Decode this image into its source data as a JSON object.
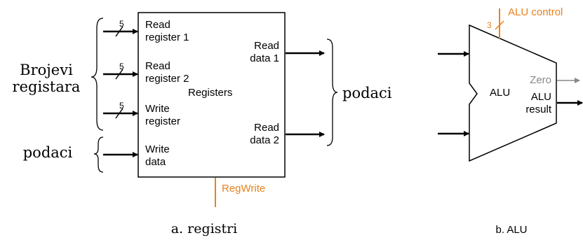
{
  "colors": {
    "ink": "#000000",
    "accent": "#e8821e",
    "muted": "#888888"
  },
  "registers": {
    "block_label": "Registers",
    "bus_width": "5",
    "inputs": {
      "read_register_1": [
        "Read",
        "register 1"
      ],
      "read_register_2": [
        "Read",
        "register 2"
      ],
      "write_register": [
        "Write",
        "register"
      ],
      "write_data": [
        "Write",
        "data"
      ]
    },
    "outputs": {
      "read_data_1": [
        "Read",
        "data 1"
      ],
      "read_data_2": [
        "Read",
        "data 2"
      ]
    },
    "control_signal": "RegWrite",
    "left_group_label": [
      "Brojevi",
      "registara"
    ],
    "left_data_label": "podaci",
    "right_group_label": "podaci",
    "caption": "a. registri"
  },
  "alu": {
    "block_label": "ALU",
    "control_label": "ALU control",
    "control_width": "3",
    "zero_output": "Zero",
    "result_output": [
      "ALU",
      "result"
    ],
    "caption": "b. ALU"
  }
}
